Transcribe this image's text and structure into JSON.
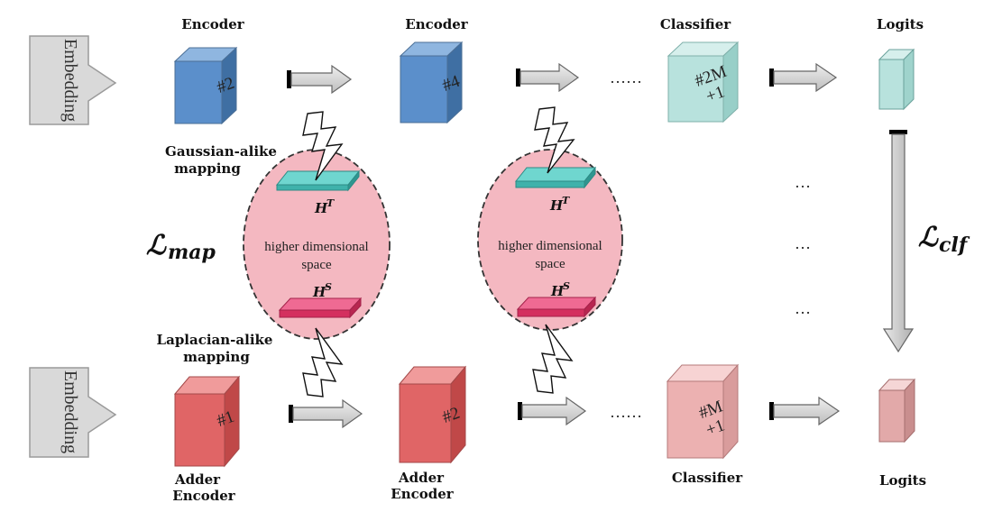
{
  "colors": {
    "teacher_block": "#5b8fcb",
    "student_block": "#e06566",
    "classifier_teacher": "#b8e2dd",
    "classifier_student": "#ecb1b1",
    "space_fill": "#f4b8c1",
    "teacher_plane": "#4cc7c0",
    "student_plane": "#e0386b",
    "arrow_fill": "#d6d6d6"
  },
  "teacher": {
    "embedding_label": "Embedding",
    "encoder1": {
      "title": "Encoder",
      "number": "#2"
    },
    "encoder2": {
      "title": "Encoder",
      "number": "#4"
    },
    "classifier": {
      "title": "Classifier",
      "number_line1": "#2M",
      "number_line2": "+1"
    },
    "logits": "Logits",
    "ellipsis": "……"
  },
  "student": {
    "embedding_label": "Embedding",
    "encoder1": {
      "title_line1": "Adder",
      "title_line2": "Encoder",
      "number": "#1"
    },
    "encoder2": {
      "title_line1": "Adder",
      "title_line2": "Encoder",
      "number": "#2"
    },
    "classifier": {
      "title": "Classifier",
      "number_line1": "#M",
      "number_line2": "+1"
    },
    "logits": "Logits",
    "ellipsis": "……"
  },
  "mapping": {
    "gaussian_line1": "Gaussian-alike",
    "gaussian_line2": "mapping",
    "laplacian_line1": "Laplacian-alike",
    "laplacian_line2": "mapping",
    "loss_map_symbol": "ℒ",
    "loss_map_sub": "map",
    "space_line1": "higher dimensional",
    "space_line2": "space",
    "h_teacher": "H",
    "h_teacher_sup": "T",
    "h_student": "H",
    "h_student_sup": "S"
  },
  "right": {
    "vertical_dots": [
      "…",
      "…",
      "…"
    ],
    "loss_clf_symbol": "ℒ",
    "loss_clf_sub": "clf"
  }
}
